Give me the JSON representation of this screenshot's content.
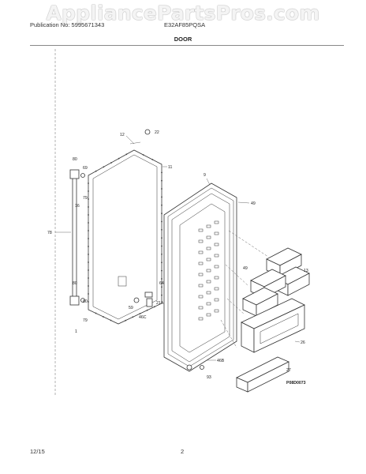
{
  "watermark": "AppliancePartsPros.com",
  "header": {
    "publication": "Publication No: 5995671343",
    "model": "E32AF85PQSA",
    "section": "DOOR"
  },
  "footer": {
    "date": "12/15",
    "page": "2"
  },
  "diagram": {
    "figure_id": "P08D0073",
    "callouts": [
      "12",
      "22",
      "11",
      "80",
      "69",
      "79",
      "16",
      "78",
      "80",
      "80",
      "79",
      "1",
      "9",
      "49",
      "49",
      "13",
      "64",
      "59",
      "21A",
      "46C",
      "26",
      "46B",
      "27",
      "93"
    ]
  }
}
